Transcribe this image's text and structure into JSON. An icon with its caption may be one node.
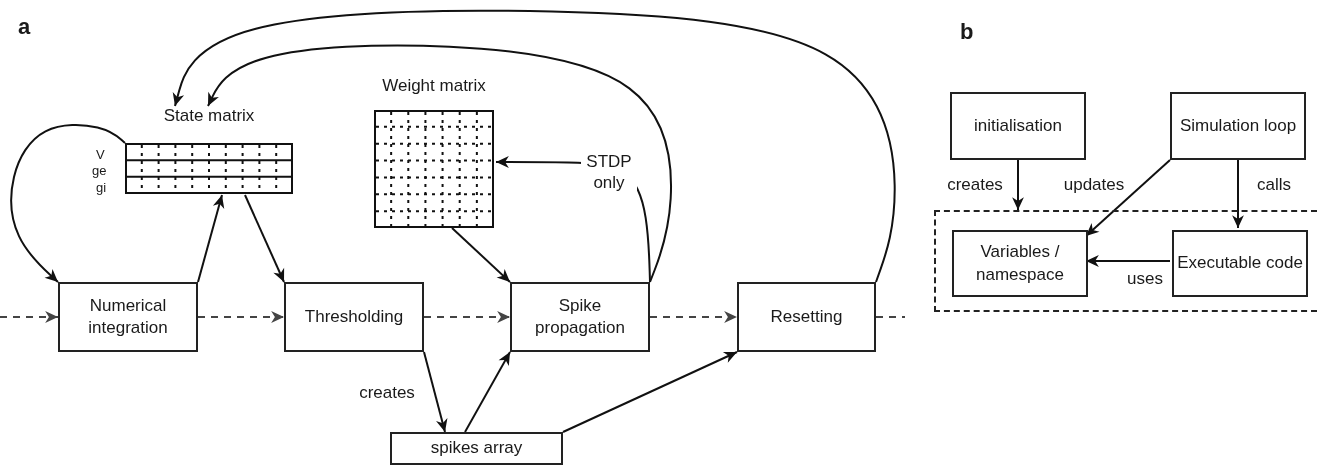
{
  "diagram": {
    "nodes": [
      {
        "text": [
          "State matrix"
        ]
      },
      {
        "text": [
          "Weight matrix"
        ]
      },
      {
        "text": [
          "Numerical integration"
        ]
      },
      {
        "text": [
          "Thresholding"
        ]
      },
      {
        "text": [
          "Spike propagation"
        ]
      },
      {
        "text": [
          "Resetting"
        ]
      },
      {
        "text": [
          "spikes array"
        ]
      },
      {
        "text": [
          "initialisation"
        ]
      },
      {
        "text": [
          "Simulation loop"
        ]
      },
      {
        "text": [],
        "shape": "box"
      },
      {
        "text": [
          "Variables / namespace"
        ],
        "in": 9
      },
      {
        "text": [
          "Executable code"
        ],
        "in": 9
      }
    ],
    "edges": [
      {
        "from": null,
        "to": 2,
        "arrow": "to",
        "style": "dashed",
        "color": "#444444"
      },
      {
        "from": 2,
        "to": 3,
        "arrow": "to",
        "style": "dashed",
        "color": "#444444"
      },
      {
        "from": 3,
        "to": 4,
        "arrow": "to",
        "style": "dashed",
        "color": "#444444"
      },
      {
        "from": 4,
        "to": 5,
        "arrow": "to",
        "style": "dashed",
        "color": "#444444"
      },
      {
        "from": 5,
        "to": null,
        "arrow": "none",
        "style": "dashed",
        "color": "#444444"
      },
      {
        "from": 0,
        "to": 2,
        "arrow": "to"
      },
      {
        "from": 2,
        "to": 0,
        "arrow": "to"
      },
      {
        "from": 0,
        "to": 3,
        "arrow": "to"
      },
      {
        "from": 1,
        "to": 4,
        "arrow": "to"
      },
      {
        "from": 4,
        "to": 1,
        "arrow": "to",
        "label": "STDP only"
      },
      {
        "from": 4,
        "to": 0,
        "arrow": "to"
      },
      {
        "from": 5,
        "to": 0,
        "arrow": "to"
      },
      {
        "from": 3,
        "to": 6,
        "arrow": "to",
        "label": "creates"
      },
      {
        "from": 6,
        "to": 4,
        "arrow": "to"
      },
      {
        "from": 6,
        "to": 5,
        "arrow": "to"
      },
      {
        "from": 7,
        "to": 9,
        "arrow": "to",
        "label": "creates"
      },
      {
        "from": 8,
        "to": 10,
        "arrow": "to",
        "label": "updates"
      },
      {
        "from": 8,
        "to": 11,
        "arrow": "to",
        "label": "calls"
      },
      {
        "from": 11,
        "to": 10,
        "arrow": "to",
        "label": "uses"
      }
    ],
    "labels": [
      "a",
      "V",
      "ge",
      "gi",
      "b"
    ]
  }
}
